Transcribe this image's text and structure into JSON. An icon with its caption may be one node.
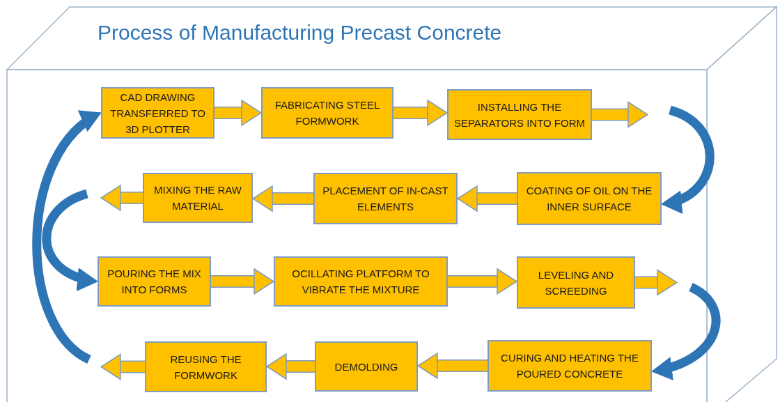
{
  "diagram": {
    "title": "Process of Manufacturing Precast Concrete",
    "nodes": [
      {
        "text": [
          "CAD DRAWING TRANSFERRED TO 3D PLOTTER"
        ]
      },
      {
        "text": [
          "FABRICATING STEEL FORMWORK"
        ]
      },
      {
        "text": [
          "INSTALLING THE SEPARATORS INTO FORM"
        ]
      },
      {
        "text": [
          "COATING OF OIL ON THE INNER SURFACE"
        ]
      },
      {
        "text": [
          "PLACEMENT OF IN-CAST ELEMENTS"
        ]
      },
      {
        "text": [
          "MIXING THE RAW MATERIAL"
        ]
      },
      {
        "text": [
          "POURING THE MIX INTO FORMS"
        ]
      },
      {
        "text": [
          "OCILLATING PLATFORM TO VIBRATE THE MIXTURE"
        ]
      },
      {
        "text": [
          "LEVELING AND SCREEDING"
        ]
      },
      {
        "text": [
          "CURING AND HEATING THE POURED CONCRETE"
        ]
      },
      {
        "text": [
          "DEMOLDING"
        ]
      },
      {
        "text": [
          "REUSING THE FORMWORK"
        ]
      }
    ],
    "edges": [
      {
        "from": 0,
        "to": 1,
        "arrow": "to"
      },
      {
        "from": 1,
        "to": 2,
        "arrow": "to"
      },
      {
        "from": 2,
        "to": null,
        "arrow": "to"
      },
      {
        "from": null,
        "to": 3,
        "arrow": "to",
        "color": "#2e75b6"
      },
      {
        "from": 3,
        "to": 4,
        "arrow": "to"
      },
      {
        "from": 4,
        "to": 5,
        "arrow": "to"
      },
      {
        "from": 5,
        "to": null,
        "arrow": "to"
      },
      {
        "from": null,
        "to": 6,
        "arrow": "to",
        "color": "#2e75b6"
      },
      {
        "from": 6,
        "to": 7,
        "arrow": "to"
      },
      {
        "from": 7,
        "to": 8,
        "arrow": "to"
      },
      {
        "from": 8,
        "to": null,
        "arrow": "to"
      },
      {
        "from": null,
        "to": 9,
        "arrow": "to",
        "color": "#2e75b6"
      },
      {
        "from": 9,
        "to": 10,
        "arrow": "to"
      },
      {
        "from": 10,
        "to": 11,
        "arrow": "to"
      },
      {
        "from": 11,
        "to": null,
        "arrow": "to"
      },
      {
        "from": null,
        "to": 0,
        "arrow": "to",
        "color": "#2e75b6"
      }
    ]
  }
}
